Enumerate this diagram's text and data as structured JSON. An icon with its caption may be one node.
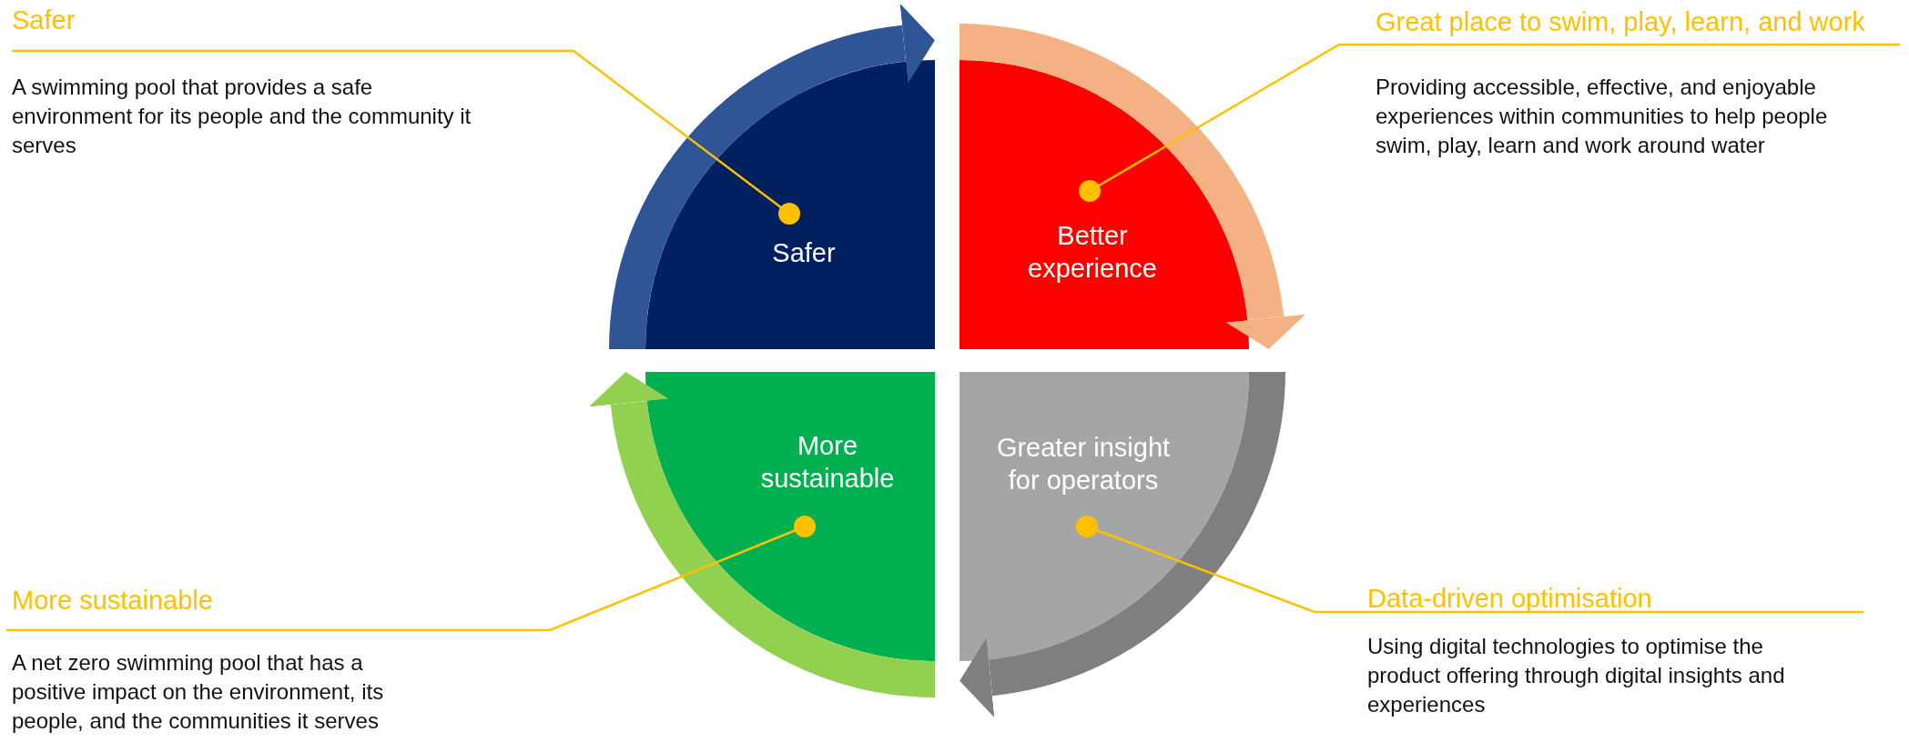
{
  "diagram": {
    "nodes": [
      {
        "text": [
          "Safer"
        ]
      },
      {
        "text": [
          "Better experience"
        ]
      },
      {
        "text": [
          "Greater insight for operators"
        ]
      },
      {
        "text": [
          "More sustainable"
        ]
      },
      {
        "text": [
          "Safer",
          "A swimming pool that provides a safe environment for its people and the community it serves"
        ]
      },
      {
        "text": [
          "Great place to swim, play, learn, and work",
          "Providing accessible, effective, and enjoyable experiences within communities to help people swim, play, learn and work around water"
        ]
      },
      {
        "text": [
          "Data-driven optimisation",
          "Using digital technologies to optimise the product offering through digital insights and experiences"
        ]
      },
      {
        "text": [
          "More sustainable",
          "A net zero swimming pool that has a positive impact on the environment, its people, and the communities it serves"
        ]
      }
    ],
    "edges": [
      {
        "from": 0,
        "to": 1,
        "arrow": "to",
        "style": "thick",
        "color": "#2f5597"
      },
      {
        "from": 1,
        "to": 2,
        "arrow": "to",
        "style": "thick",
        "color": "#f4b183"
      },
      {
        "from": 2,
        "to": 3,
        "arrow": "to",
        "style": "thick",
        "color": "#7f7f7f"
      },
      {
        "from": 3,
        "to": 0,
        "arrow": "to",
        "style": "thick",
        "color": "#92d050"
      },
      {
        "from": 4,
        "to": 0,
        "arrow": "other",
        "color": "#ffc000"
      },
      {
        "from": 5,
        "to": 1,
        "arrow": "other",
        "color": "#ffc000"
      },
      {
        "from": 6,
        "to": 2,
        "arrow": "other",
        "color": "#ffc000"
      },
      {
        "from": 7,
        "to": 3,
        "arrow": "other",
        "color": "#ffc000"
      }
    ]
  }
}
